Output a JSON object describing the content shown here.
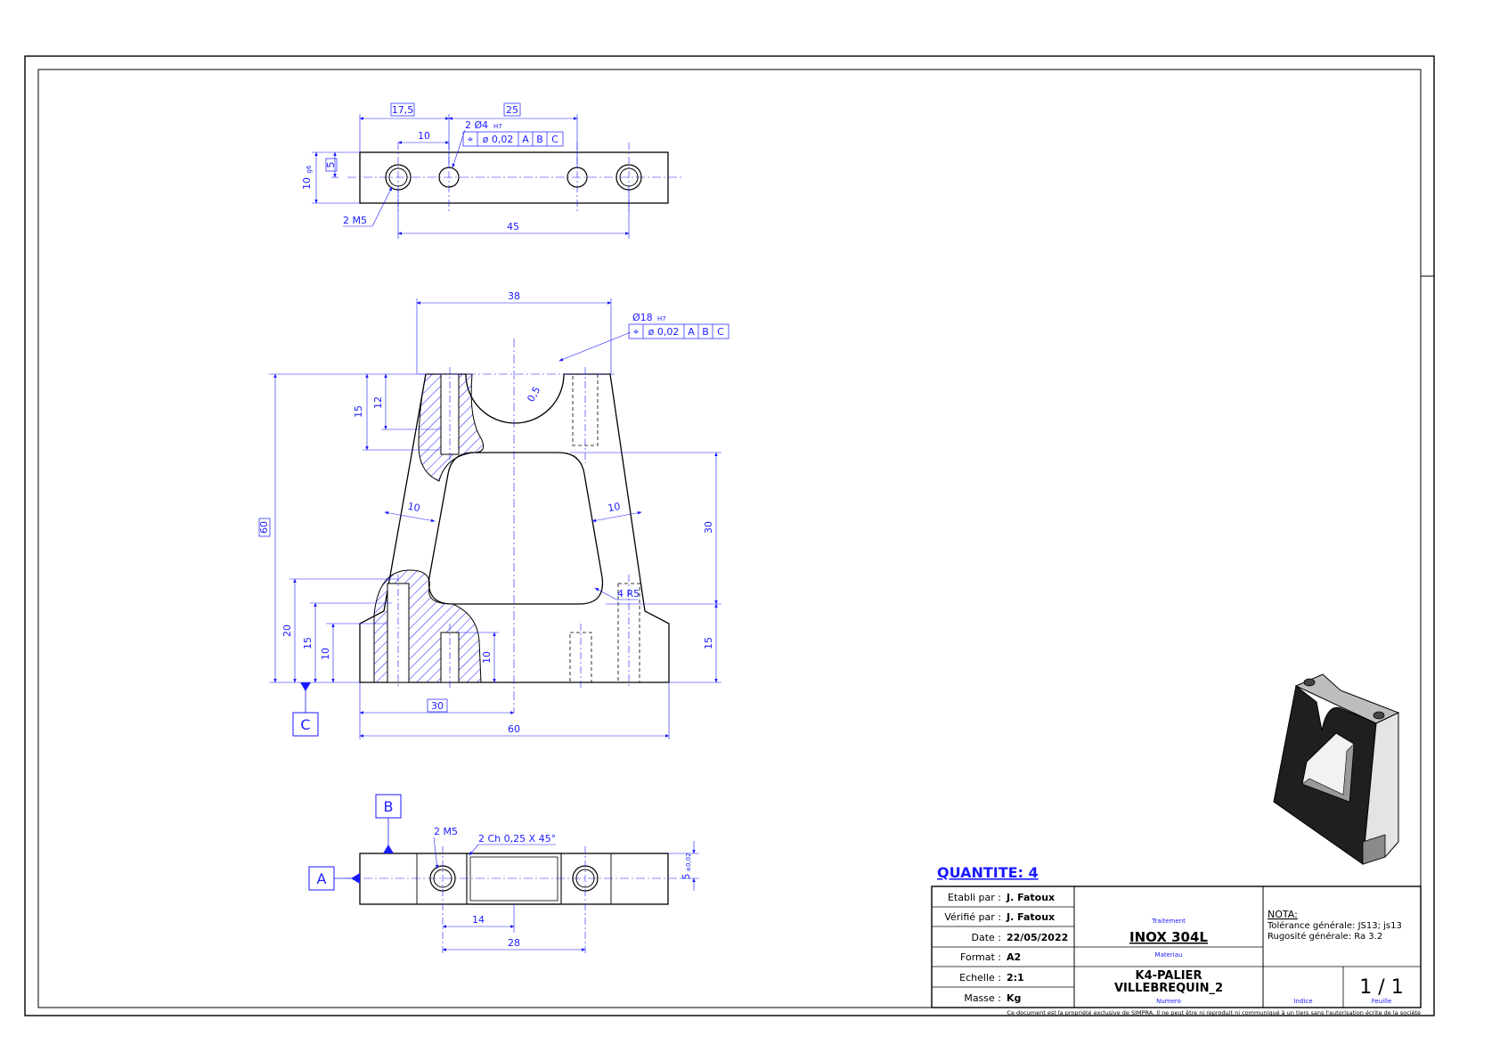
{
  "top_view": {
    "dim_17_5": "17,5",
    "dim_25": "25",
    "dim_10": "10",
    "hole_callout": "2 Ø4",
    "hole_tol": "H7",
    "tol_symbol": "⌖",
    "tol_value": "ø 0,02",
    "tol_refs": [
      "A",
      "B",
      "C"
    ],
    "dim_5": "5",
    "dim_10g6": "10",
    "dim_10g6_tol": "g6",
    "thread": "2 M5",
    "dim_45": "45"
  },
  "front_view": {
    "dim_38": "38",
    "bore_callout": "Ø18",
    "bore_tol": "H7",
    "tol_value": "ø 0,02",
    "tol_refs": [
      "A",
      "B",
      "C"
    ],
    "dim_60_v": "60",
    "dim_15": "15",
    "dim_12": "12",
    "dim_10_left": "10",
    "dim_10_right": "10",
    "dim_30_v": "30",
    "dim_4r5": "4 R5",
    "dim_20": "20",
    "dim_15b": "15",
    "dim_10b": "10",
    "dim_10c": "10",
    "dim_15c": "15",
    "dim_30_h": "30",
    "dim_60_h": "60",
    "datum_c": "C",
    "chamfer_label": "0,5"
  },
  "bottom_view": {
    "datum_b": "B",
    "datum_a": "A",
    "thread": "2 M5",
    "chamfer": "2 Ch 0,25 X 45°",
    "dim_5": "5",
    "dim_5_tol": "±0,02",
    "dim_14": "14",
    "dim_28": "28"
  },
  "quantity": "QUANTITE: 4",
  "title_block": {
    "etabli_label": "Etabli par :",
    "etabli_value": "J. Fatoux",
    "verifie_label": "Vérifié par :",
    "verifie_value": "J. Fatoux",
    "date_label": "Date :",
    "date_value": "22/05/2022",
    "format_label": "Format :",
    "format_value": "A2",
    "echelle_label": "Echelle :",
    "echelle_value": "2:1",
    "masse_label": "Masse :",
    "masse_value": "Kg",
    "traitement_label": "Traitement",
    "material_value": "INOX 304L",
    "materiau_label": "Materiau",
    "part_line1": "K4-PALIER",
    "part_line2": "VILLEBREQUIN_2",
    "numero_label": "Numero",
    "nota_title": "NOTA:",
    "nota_line1": "Tolérance générale: JS13; js13",
    "nota_line2": "Rugosité générale: Ra 3.2",
    "indice_label": "Indice",
    "sheet_value": "1 / 1",
    "feuille_label": "Feuille",
    "footer": "Ce document est la propriété exclusive de SIMPRA. Il ne peut être ni reproduit ni communiqué à un tiers sans l'autorisation écrite de la société"
  },
  "colors": {
    "dimension": "#1a1aff",
    "outline": "#000000",
    "hatch": "#1a1aff"
  }
}
